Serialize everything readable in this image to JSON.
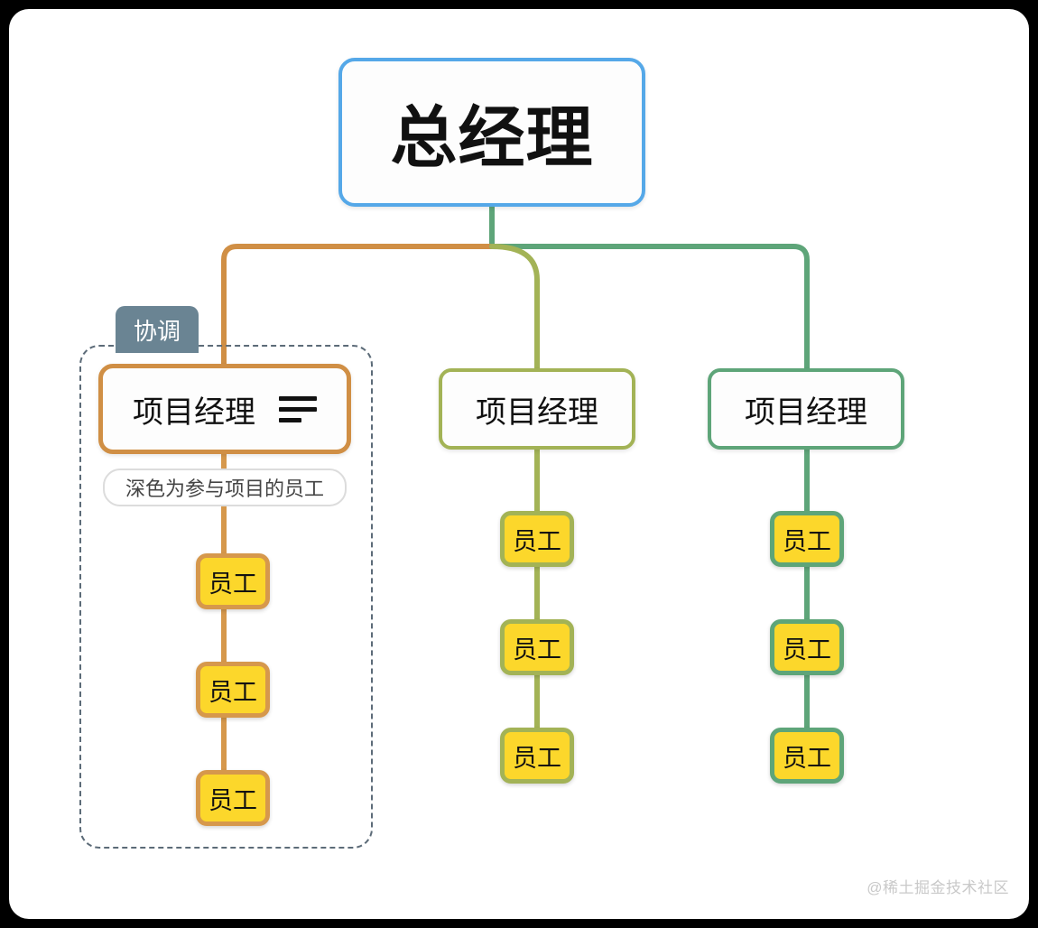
{
  "diagram": {
    "title_node": {
      "label": "总经理",
      "border_color": "#55a8e8"
    },
    "branches": [
      {
        "manager_label": "项目经理",
        "icon": "list-icon",
        "accent_color": "#d08f45",
        "group_tab_label": "协调",
        "note_label": "深色为参与项目的员工",
        "employees": [
          "员工",
          "员工",
          "员工"
        ]
      },
      {
        "manager_label": "项目经理",
        "accent_color": "#a3b356",
        "employees": [
          "员工",
          "员工",
          "员工"
        ]
      },
      {
        "manager_label": "项目经理",
        "accent_color": "#5ea579",
        "employees": [
          "员工",
          "员工",
          "员工"
        ]
      }
    ],
    "employee_fill_color": "#fcd72b",
    "group_tab_color": "#6a8493",
    "group_border_color": "#5c6b78"
  },
  "watermark": {
    "text": "@稀土掘金技术社区"
  }
}
